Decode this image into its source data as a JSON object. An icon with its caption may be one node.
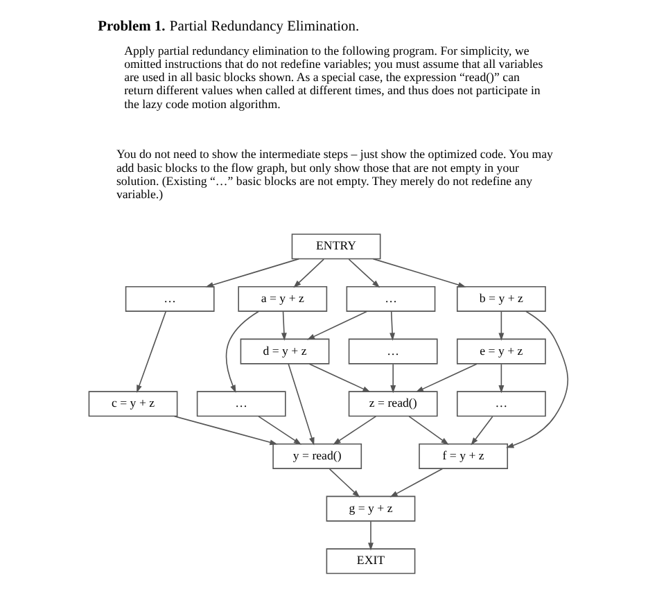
{
  "diagram": {
    "title": "**Problem 1.** Partial Redundancy Elimination.",
    "nodes": [
      {
        "text": [
          "ENTRY"
        ]
      },
      {
        "text": [
          "…"
        ]
      },
      {
        "text": [
          "a = y + z"
        ]
      },
      {
        "text": [
          "…"
        ]
      },
      {
        "text": [
          "b = y + z"
        ]
      },
      {
        "text": [
          "c = y + z"
        ]
      },
      {
        "text": [
          "…"
        ]
      },
      {
        "text": [
          "d = y + z"
        ]
      },
      {
        "text": [
          "…"
        ]
      },
      {
        "text": [
          "e = y + z"
        ]
      },
      {
        "text": [
          "z = read()"
        ]
      },
      {
        "text": [
          "…"
        ]
      },
      {
        "text": [
          "y = read()"
        ]
      },
      {
        "text": [
          "f = y + z"
        ]
      },
      {
        "text": [
          "g = y + z"
        ]
      },
      {
        "text": [
          "EXIT"
        ]
      }
    ],
    "edges": [
      {
        "from": 0,
        "to": 1,
        "arrow": "to"
      },
      {
        "from": 0,
        "to": 2,
        "arrow": "to"
      },
      {
        "from": 0,
        "to": 3,
        "arrow": "to"
      },
      {
        "from": 0,
        "to": 4,
        "arrow": "to"
      },
      {
        "from": 1,
        "to": 5,
        "arrow": "to"
      },
      {
        "from": 2,
        "to": 6,
        "arrow": "to"
      },
      {
        "from": 2,
        "to": 7,
        "arrow": "to"
      },
      {
        "from": 3,
        "to": 7,
        "arrow": "to"
      },
      {
        "from": 3,
        "to": 8,
        "arrow": "to"
      },
      {
        "from": 4,
        "to": 9,
        "arrow": "to"
      },
      {
        "from": 4,
        "to": 13,
        "arrow": "to"
      },
      {
        "from": 5,
        "to": 12,
        "arrow": "to"
      },
      {
        "from": 6,
        "to": 12,
        "arrow": "to"
      },
      {
        "from": 7,
        "to": 12,
        "arrow": "to"
      },
      {
        "from": 7,
        "to": 10,
        "arrow": "to"
      },
      {
        "from": 8,
        "to": 10,
        "arrow": "to"
      },
      {
        "from": 9,
        "to": 10,
        "arrow": "to"
      },
      {
        "from": 9,
        "to": 11,
        "arrow": "to"
      },
      {
        "from": 10,
        "to": 12,
        "arrow": "to"
      },
      {
        "from": 10,
        "to": 13,
        "arrow": "to"
      },
      {
        "from": 11,
        "to": 13,
        "arrow": "to"
      },
      {
        "from": 12,
        "to": 14,
        "arrow": "to"
      },
      {
        "from": 13,
        "to": 14,
        "arrow": "to"
      },
      {
        "from": 14,
        "to": 15,
        "arrow": "to"
      }
    ],
    "labels": [
      "Apply partial redundancy elimination to the following program. For simplicity, we omitted instructions that do not redefine variables; you must assume that all variables are used in all basic blocks shown. As a special case, the expression “read()” can return different values when called at different times, and thus does not participate in the lazy code motion algorithm.",
      "You do not need to show the intermediate steps – just show the optimized code. You may add basic blocks to the flow graph, but only show those that are not empty in your solution. (Existing “…” basic blocks are not empty. They merely do not redefine any variable.)"
    ]
  }
}
